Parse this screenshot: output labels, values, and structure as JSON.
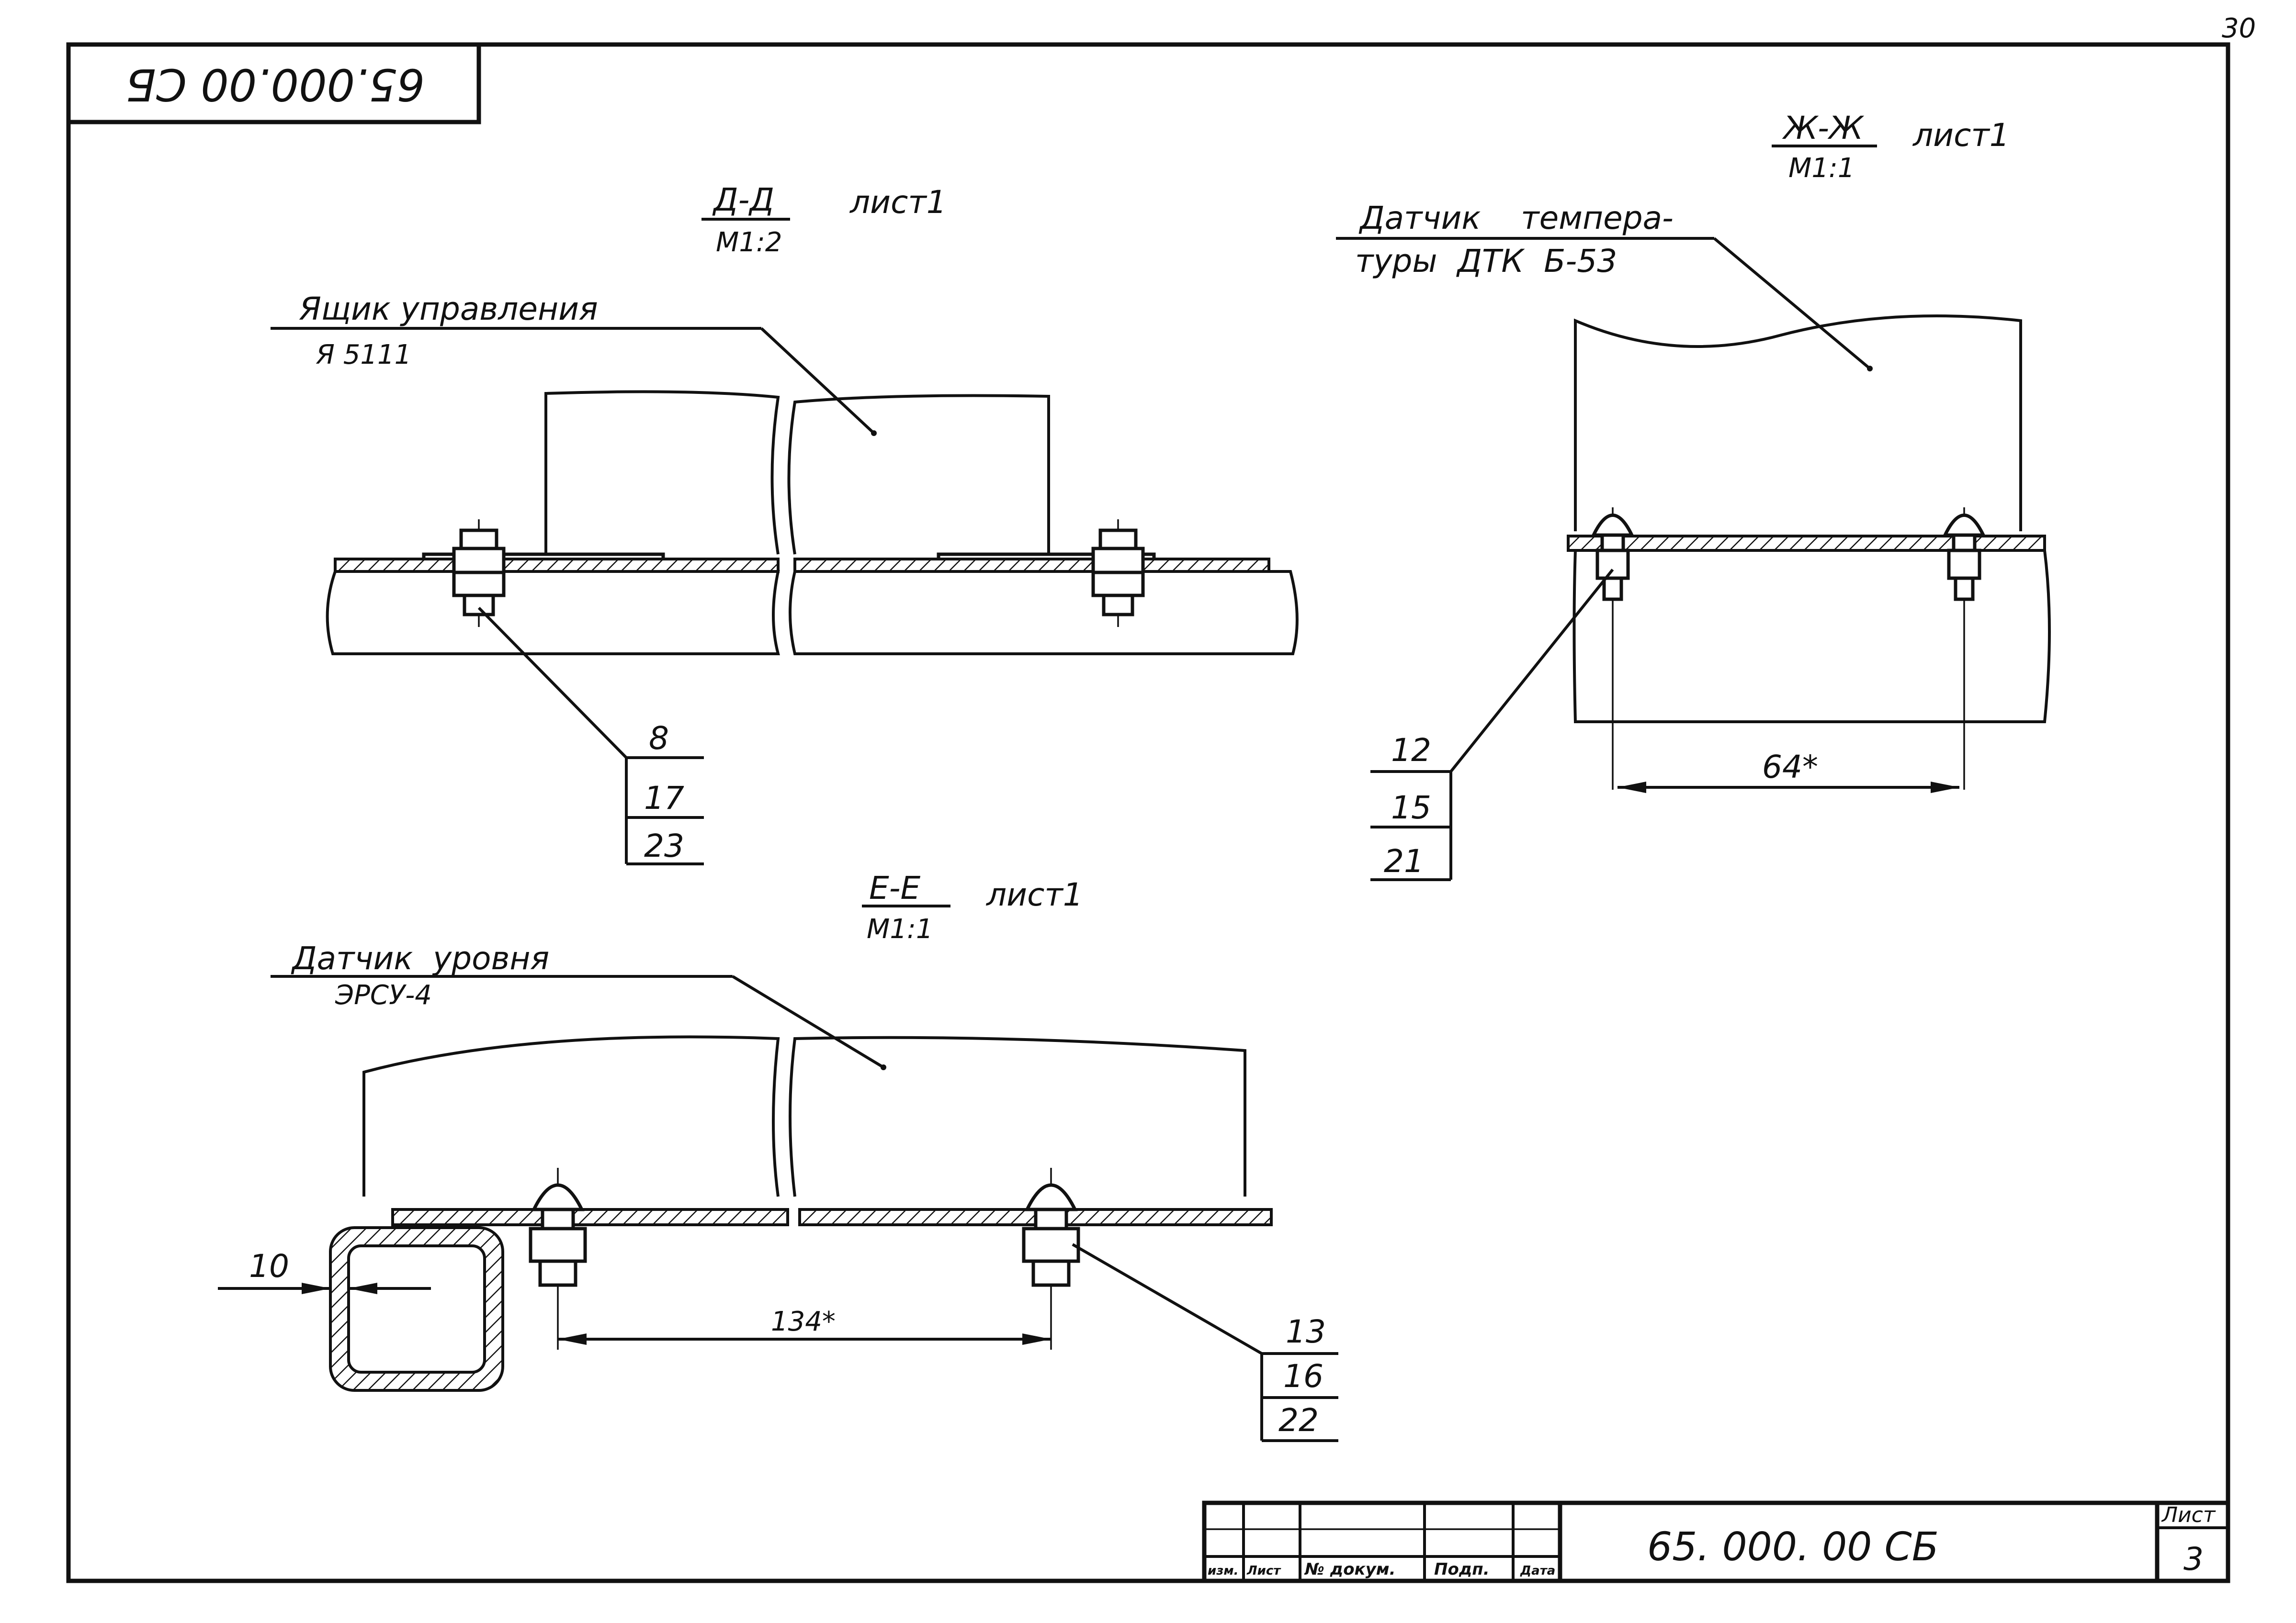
{
  "sheet_corner_number": "30",
  "stamp": {
    "code": "65.000.00 СБ",
    "orientation": "upside-down"
  },
  "sections": {
    "dd": {
      "title": "Д-Д",
      "scale": "М1:2",
      "ref": "лист1",
      "callout_line1": "Ящик управления",
      "callout_line2": "Я 5111",
      "positions": [
        "8",
        "17",
        "23"
      ]
    },
    "zhzh": {
      "title": "Ж-Ж",
      "scale": "М1:1",
      "ref": "лист1",
      "callout_line1": "Датчик    темпера-",
      "callout_line2": "туры  ДТК  Б-53",
      "positions": [
        "12",
        "15",
        "21"
      ],
      "dimension": "64*"
    },
    "ee": {
      "title": "Е-Е",
      "scale": "М1:1",
      "ref": "лист1",
      "callout_line1": "Датчик  уровня",
      "callout_line2": "ЭРСУ-4",
      "positions": [
        "13",
        "16",
        "22"
      ],
      "dimension": "134*",
      "wall_dimension": "10"
    }
  },
  "title_block": {
    "doc_code": "65. 000. 00 СБ",
    "sheet_label": "Лист",
    "sheet_number": "3",
    "column_labels": [
      "изм.",
      "Лист",
      "№ докум.",
      "Подп.",
      "Дата"
    ]
  }
}
